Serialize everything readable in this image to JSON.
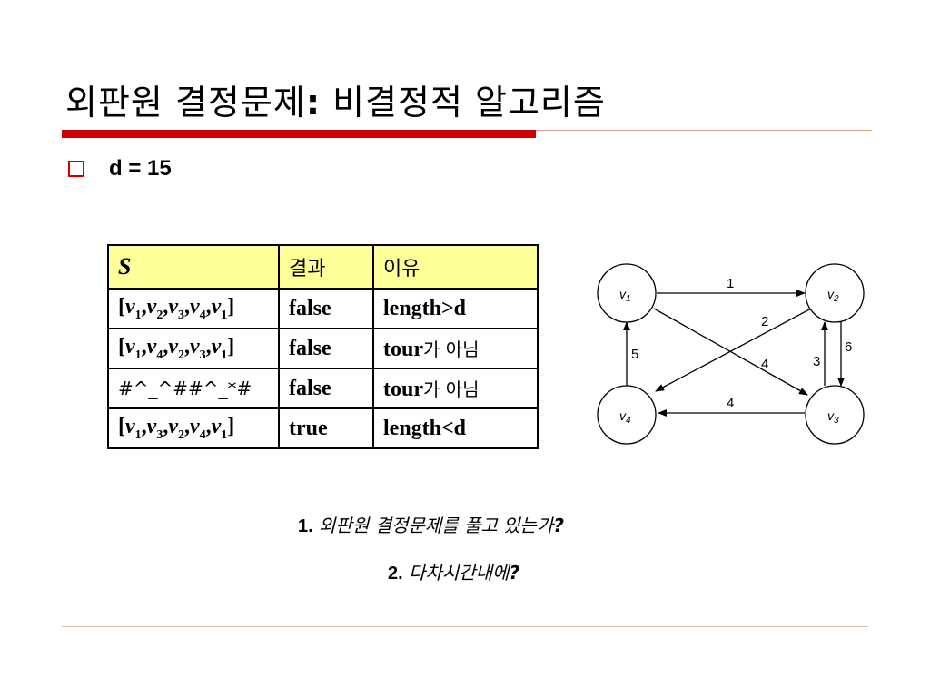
{
  "title": {
    "main": "외판원 결정문제",
    "colon": ":",
    "rest": " 비결정적 알고리즘"
  },
  "bullet": "d = 15",
  "table": {
    "header": [
      "S",
      "결과",
      "이유"
    ],
    "rows": [
      {
        "path": [
          "v",
          "1",
          "v",
          "2",
          "v",
          "3",
          "v",
          "4",
          "v",
          "1"
        ],
        "result": "false",
        "reason_en": "length>d",
        "reason_ko": ""
      },
      {
        "path": [
          "v",
          "1",
          "v",
          "4",
          "v",
          "2",
          "v",
          "3",
          "v",
          "1"
        ],
        "result": "false",
        "reason_en": "tour",
        "reason_ko": "가 아님"
      },
      {
        "path_text": "#^_^##^_*#",
        "result": "false",
        "reason_en": "tour",
        "reason_ko": "가 아님"
      },
      {
        "path": [
          "v",
          "1",
          "v",
          "3",
          "v",
          "2",
          "v",
          "4",
          "v",
          "1"
        ],
        "result": "true",
        "reason_en": "length<d",
        "reason_ko": ""
      }
    ]
  },
  "graph": {
    "nodes": [
      {
        "label": "v",
        "sub": "1"
      },
      {
        "label": "v",
        "sub": "2"
      },
      {
        "label": "v",
        "sub": "3"
      },
      {
        "label": "v",
        "sub": "4"
      }
    ],
    "edges": [
      {
        "from": "v1",
        "to": "v2",
        "weight": "1"
      },
      {
        "from": "v2",
        "to": "v4",
        "weight": "2"
      },
      {
        "from": "v1",
        "to": "v3",
        "weight": "4"
      },
      {
        "from": "v3",
        "to": "v4",
        "weight": "4"
      },
      {
        "from": "v4",
        "to": "v1",
        "weight": "5"
      },
      {
        "from": "v3",
        "to": "v2",
        "weight": "3"
      },
      {
        "from": "v2",
        "to": "v3",
        "weight": "6"
      }
    ]
  },
  "questions": [
    {
      "num": "1.",
      "text": " 외판원 결정문제를 풀고 있는가",
      "qm": "?"
    },
    {
      "num": "2.",
      "text": " 다차시간내에",
      "qm": "?"
    }
  ],
  "colors": {
    "accent_red": "#cc0000",
    "table_header_bg": "#ffff99"
  }
}
